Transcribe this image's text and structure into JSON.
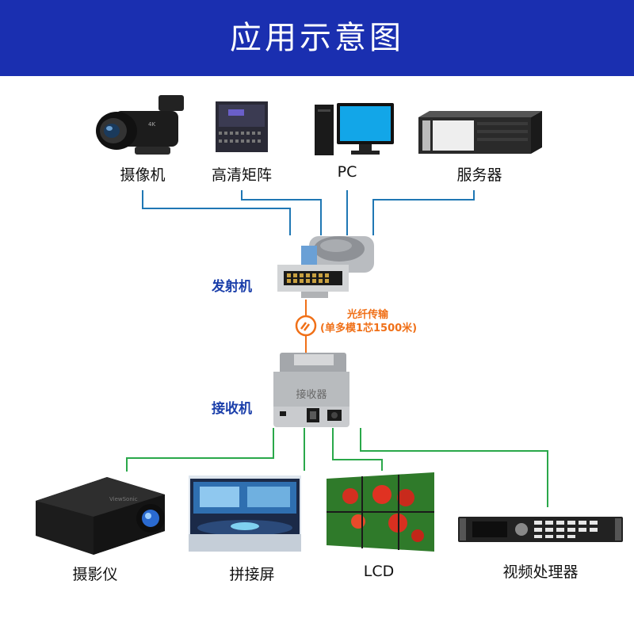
{
  "title": "应用示意图",
  "colors": {
    "banner": "#1a2fb0",
    "input_wire": "#1f77b4",
    "output_wire": "#2aa84a",
    "fiber": "#f07018",
    "side_label": "#1b3faa"
  },
  "inputs": [
    {
      "label": "摄像机",
      "icon": "camcorder-icon"
    },
    {
      "label": "高清矩阵",
      "icon": "hd-matrix-icon"
    },
    {
      "label": "PC",
      "icon": "pc-monitor-icon"
    },
    {
      "label": "服务器",
      "icon": "rack-server-icon"
    }
  ],
  "transmitter": {
    "label": "发射机",
    "icon": "dvi-transmitter-icon"
  },
  "fiber": {
    "line1": "光纤传输",
    "line2": "(单多模1芯1500米)",
    "icon": "fiber-link-icon"
  },
  "receiver": {
    "label": "接收机",
    "icon": "receiver-box-icon",
    "box_text": "接收器"
  },
  "outputs": [
    {
      "label": "摄影仪",
      "icon": "projector-icon"
    },
    {
      "label": "拼接屏",
      "icon": "splicing-screen-icon"
    },
    {
      "label": "LCD",
      "icon": "lcd-video-wall-icon"
    },
    {
      "label": "视频处理器",
      "icon": "video-processor-icon"
    }
  ]
}
